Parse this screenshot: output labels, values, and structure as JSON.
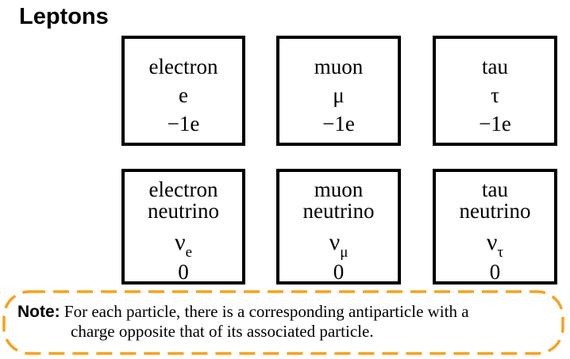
{
  "title": "Leptons",
  "charged_leptons": [
    {
      "name": "electron",
      "symbol": "e",
      "charge": "−1e"
    },
    {
      "name": "muon",
      "symbol": "μ",
      "charge": "−1e"
    },
    {
      "name": "tau",
      "symbol": "τ",
      "charge": "−1e"
    }
  ],
  "neutrinos": [
    {
      "name_line1": "electron",
      "name_line2": "neutrino",
      "symbol": "ν",
      "subscript": "e",
      "charge": "0"
    },
    {
      "name_line1": "muon",
      "name_line2": "neutrino",
      "symbol": "ν",
      "subscript": "μ",
      "charge": "0"
    },
    {
      "name_line1": "tau",
      "name_line2": "neutrino",
      "symbol": "ν",
      "subscript": "τ",
      "charge": "0"
    }
  ],
  "note": {
    "label": "Note:",
    "line1": "For each particle, there is a corresponding antiparticle with a",
    "line2": "charge opposite that of its associated particle."
  },
  "colors": {
    "note_border": "#f7a21b",
    "box_border": "#000000"
  }
}
